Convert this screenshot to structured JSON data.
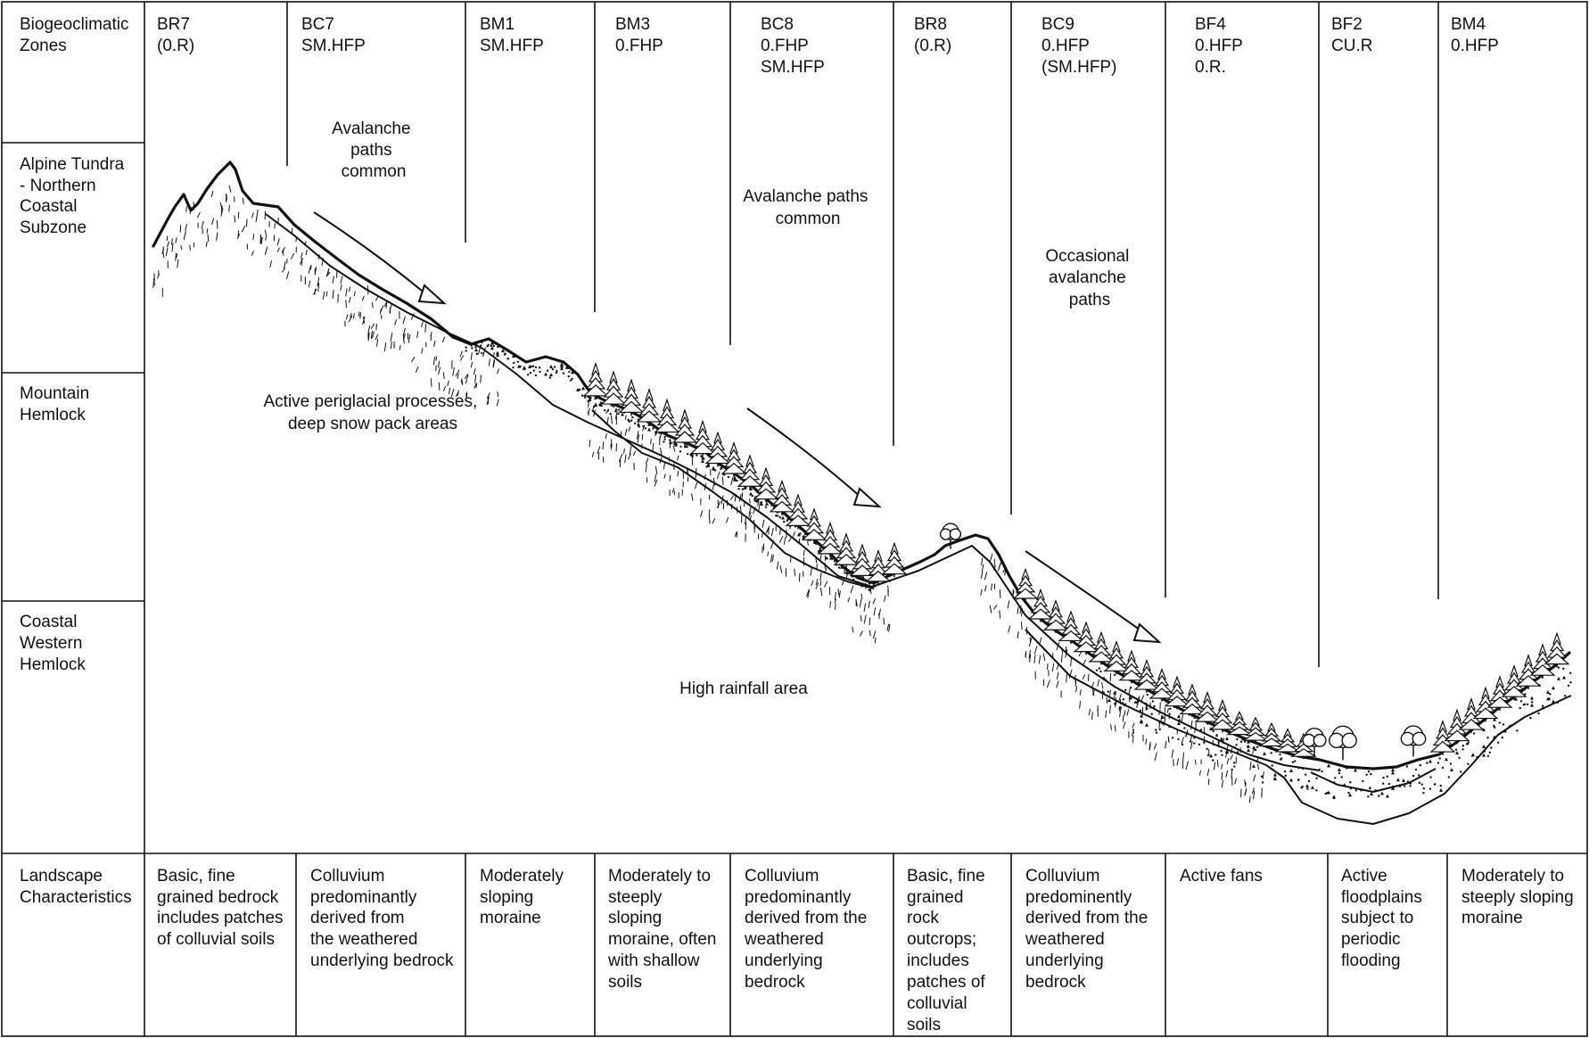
{
  "header_label": [
    "Biogeoclimatic",
    "Zones"
  ],
  "zones": [
    {
      "code": "BR7",
      "lines": [
        "(0.R)"
      ]
    },
    {
      "code": "BC7",
      "lines": [
        "SM.HFP"
      ]
    },
    {
      "code": "BM1",
      "lines": [
        "SM.HFP"
      ]
    },
    {
      "code": "BM3",
      "lines": [
        "0.FHP"
      ]
    },
    {
      "code": "BC8",
      "lines": [
        "0.FHP",
        "SM.HFP"
      ]
    },
    {
      "code": "BR8",
      "lines": [
        "(0.R)"
      ]
    },
    {
      "code": "BC9",
      "lines": [
        "0.HFP",
        "(SM.HFP)"
      ]
    },
    {
      "code": "BF4",
      "lines": [
        "0.HFP",
        "0.R."
      ]
    },
    {
      "code": "BF2",
      "lines": [
        "CU.R"
      ]
    },
    {
      "code": "BM4",
      "lines": [
        "0.HFP"
      ]
    }
  ],
  "left_bands": [
    {
      "lines": [
        "Alpine Tundra",
        "- Northern",
        "Coastal",
        "Subzone"
      ]
    },
    {
      "lines": [
        "Mountain",
        "Hemlock"
      ]
    },
    {
      "lines": [
        "Coastal",
        "Western",
        "Hemlock"
      ]
    }
  ],
  "annotations": [
    {
      "lines": [
        "Avalanche",
        "paths",
        "common"
      ]
    },
    {
      "lines": [
        "Avalanche paths",
        "common"
      ]
    },
    {
      "lines": [
        "Occasional",
        "avalanche",
        "paths"
      ]
    },
    {
      "lines": [
        "Active periglacial processes,",
        "deep snow pack areas"
      ]
    },
    {
      "lines": [
        "High rainfall area"
      ]
    }
  ],
  "landscape_label": [
    "Landscape",
    "Characteristics"
  ],
  "landscape": [
    {
      "lines": [
        "Basic, fine",
        "grained bedrock",
        "includes patches",
        "of colluvial soils"
      ]
    },
    {
      "lines": [
        "Colluvium",
        "predominantly",
        "derived from",
        "the weathered",
        "underlying bedrock"
      ]
    },
    {
      "lines": [
        "Moderately",
        "sloping",
        "moraine"
      ]
    },
    {
      "lines": [
        "Moderately to",
        "steeply",
        "sloping",
        "moraine, often",
        "with shallow",
        "soils"
      ]
    },
    {
      "lines": [
        "Colluvium",
        "predominantly",
        "derived from the",
        "weathered",
        "underlying",
        "bedrock"
      ]
    },
    {
      "lines": [
        "Basic, fine",
        "grained",
        "rock",
        "outcrops;",
        "includes",
        "patches of",
        "colluvial",
        "soils"
      ]
    },
    {
      "lines": [
        "Colluvium",
        "predominently",
        "derived from the",
        "weathered",
        "underlying",
        "bedrock"
      ]
    },
    {
      "lines": [
        "Active fans"
      ]
    },
    {
      "lines": [
        "Active",
        "floodplains",
        "subject to",
        "periodic",
        "flooding"
      ]
    },
    {
      "lines": [
        "Moderately to",
        "steeply sloping",
        "moraine"
      ]
    }
  ],
  "icons": [
    "conifer-tree-icon",
    "deciduous-tree-icon",
    "avalanche-arrow-icon"
  ],
  "colors": {
    "ink": "#111111",
    "paper": "#ffffff"
  }
}
